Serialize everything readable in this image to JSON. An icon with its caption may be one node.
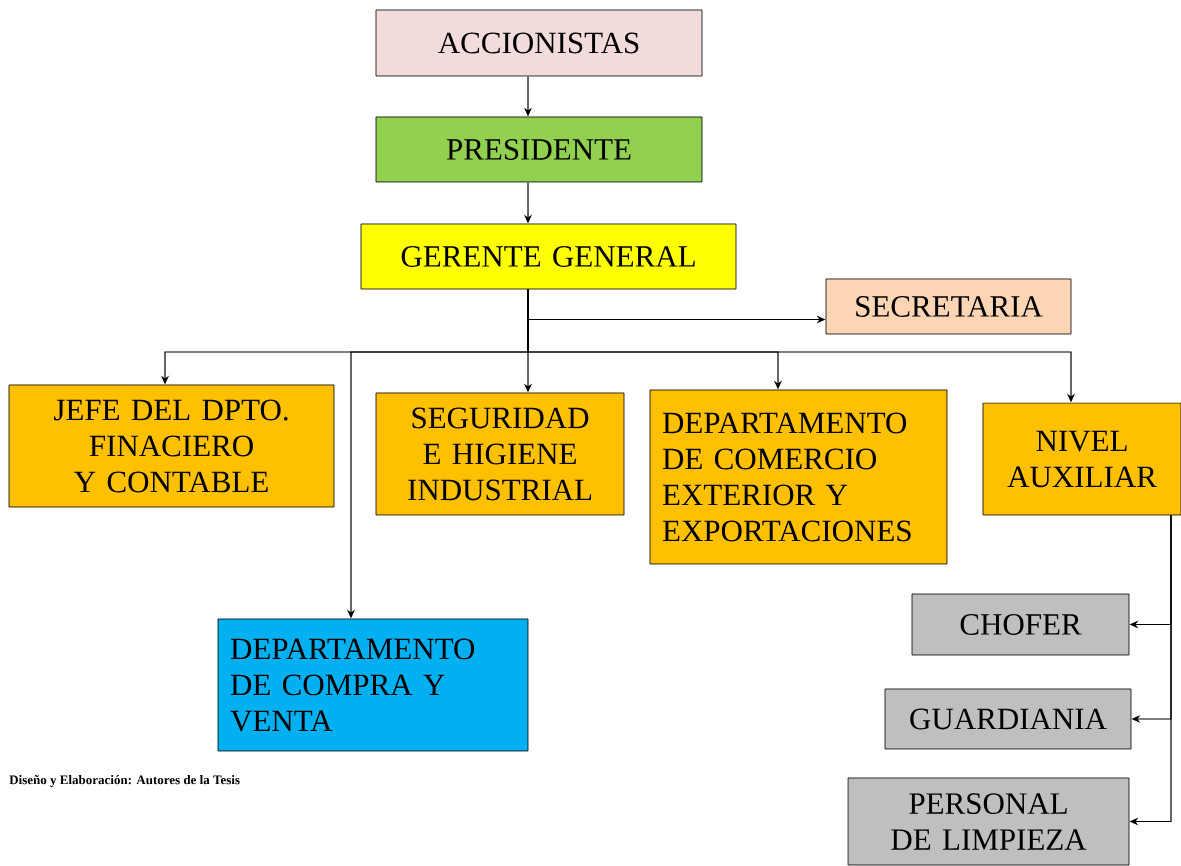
{
  "diagram": {
    "nodes": [
      {
        "text": [
          "ACCIONISTAS"
        ]
      },
      {
        "text": [
          "PRESIDENTE"
        ]
      },
      {
        "text": [
          "GERENTE GENERAL"
        ]
      },
      {
        "text": [
          "SECRETARIA"
        ]
      },
      {
        "text": [
          "JEFE DEL DPTO. FINACIERO Y CONTABLE"
        ]
      },
      {
        "text": [
          "SEGURIDAD E HIGIENE INDUSTRIAL"
        ]
      },
      {
        "text": [
          "DEPARTAMENTO DE COMERCIO EXTERIOR Y EXPORTACIONES"
        ]
      },
      {
        "text": [
          "NIVEL AUXILIAR"
        ]
      },
      {
        "text": [
          "DEPARTAMENTO DE COMPRA Y VENTA"
        ]
      },
      {
        "text": [
          "CHOFER"
        ]
      },
      {
        "text": [
          "GUARDIANIA"
        ]
      },
      {
        "text": [
          "PERSONAL DE LIMPIEZA"
        ]
      }
    ],
    "edges": [
      {
        "from": 0,
        "to": 1,
        "arrow": "to"
      },
      {
        "from": 1,
        "to": 2,
        "arrow": "to"
      },
      {
        "from": 2,
        "to": 3,
        "arrow": "to"
      },
      {
        "from": 2,
        "to": 4,
        "arrow": "to"
      },
      {
        "from": 2,
        "to": 8,
        "arrow": "to"
      },
      {
        "from": 2,
        "to": 5,
        "arrow": "to"
      },
      {
        "from": 2,
        "to": 6,
        "arrow": "to"
      },
      {
        "from": 2,
        "to": 7,
        "arrow": "to"
      },
      {
        "from": 7,
        "to": 9,
        "arrow": "to"
      },
      {
        "from": 7,
        "to": 10,
        "arrow": "to"
      },
      {
        "from": 7,
        "to": 11,
        "arrow": "to"
      }
    ],
    "labels": [
      "Diseño y Elaboración: Autores de la Tesis"
    ]
  }
}
